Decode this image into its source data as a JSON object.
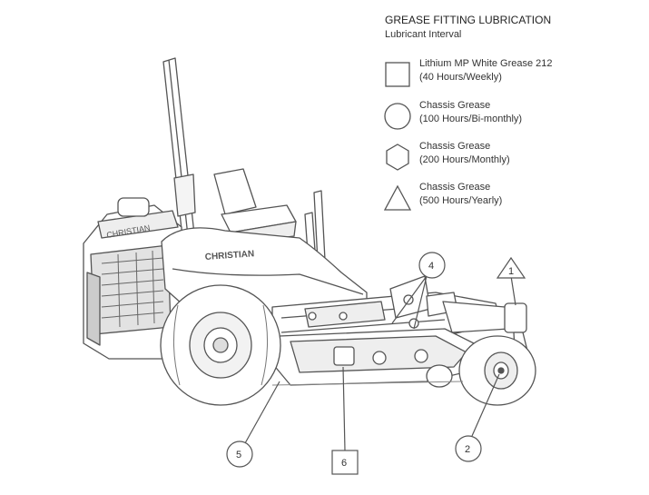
{
  "legend": {
    "title": "GREASE FITTING LUBRICATION",
    "subtitle": "Lubricant Interval",
    "items": [
      {
        "shape": "square",
        "line1": "Lithium MP White Grease 212",
        "line2": "(40 Hours/Weekly)"
      },
      {
        "shape": "circle",
        "line1": "Chassis Grease",
        "line2": "(100 Hours/Bi-monthly)"
      },
      {
        "shape": "hexagon",
        "line1": "Chassis Grease",
        "line2": "(200 Hours/Monthly)"
      },
      {
        "shape": "triangle",
        "line1": "Chassis Grease",
        "line2": "(500 Hours/Yearly)"
      }
    ]
  },
  "mower": {
    "seat_logo_text": "CHRISTIAN",
    "hood_logo_text": "CHRISTIAN"
  },
  "callouts": [
    {
      "label": "1",
      "shape": "triangle"
    },
    {
      "label": "2",
      "shape": "circle"
    },
    {
      "label": "4",
      "shape": "circle"
    },
    {
      "label": "5",
      "shape": "circle"
    },
    {
      "label": "6",
      "shape": "square"
    }
  ]
}
